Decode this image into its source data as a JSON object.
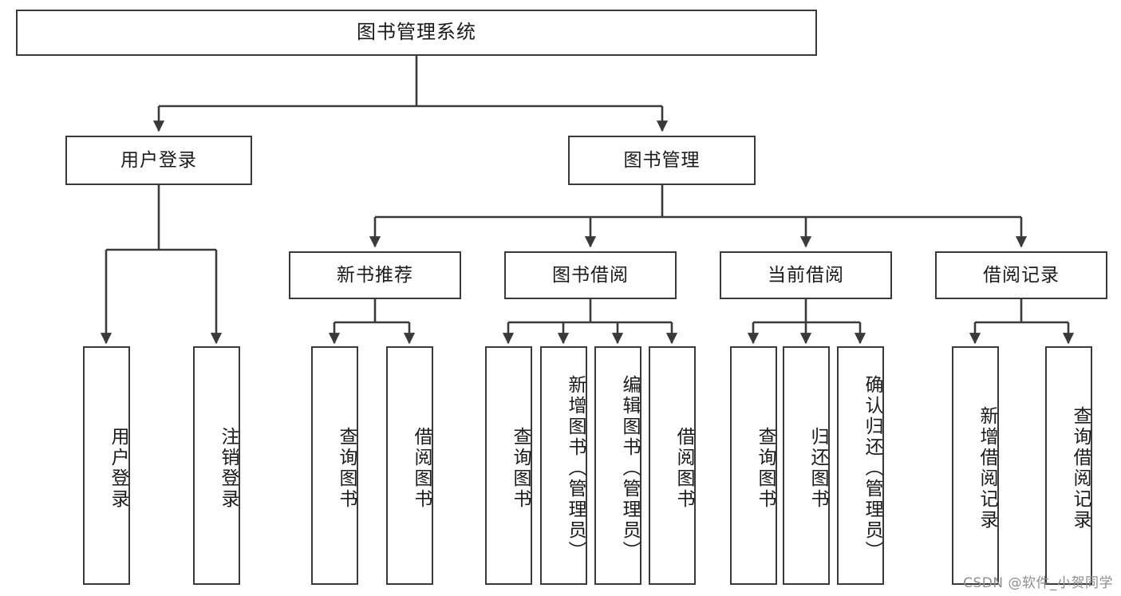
{
  "diagram": {
    "title": "图书管理系统",
    "type": "tree-hierarchy",
    "watermark": "CSDN @软件_小贺同学",
    "colors": {
      "border": "#3a3a3a",
      "background": "#ffffff",
      "text": "#1a1a1a",
      "watermark": "#8e8e8e"
    },
    "root": {
      "label": "图书管理系统"
    },
    "level2": [
      {
        "label": "用户登录"
      },
      {
        "label": "图书管理"
      }
    ],
    "level3": [
      {
        "label": "新书推荐"
      },
      {
        "label": "图书借阅"
      },
      {
        "label": "当前借阅"
      },
      {
        "label": "借阅记录"
      }
    ],
    "leaves": {
      "user_login": [
        {
          "label": "用户登录"
        },
        {
          "label": "注销登录"
        }
      ],
      "new_book_recommend": [
        {
          "label": "查询图书"
        },
        {
          "label": "借阅图书"
        }
      ],
      "book_borrow": [
        {
          "label": "查询图书"
        },
        {
          "label": "新增图书（管理员）"
        },
        {
          "label": "编辑图书（管理员）"
        },
        {
          "label": "借阅图书"
        }
      ],
      "current_borrow": [
        {
          "label": "查询图书"
        },
        {
          "label": "归还图书"
        },
        {
          "label": "确认归还（管理员）"
        }
      ],
      "borrow_record": [
        {
          "label": "新增借阅记录"
        },
        {
          "label": "查询借阅记录"
        }
      ]
    }
  }
}
